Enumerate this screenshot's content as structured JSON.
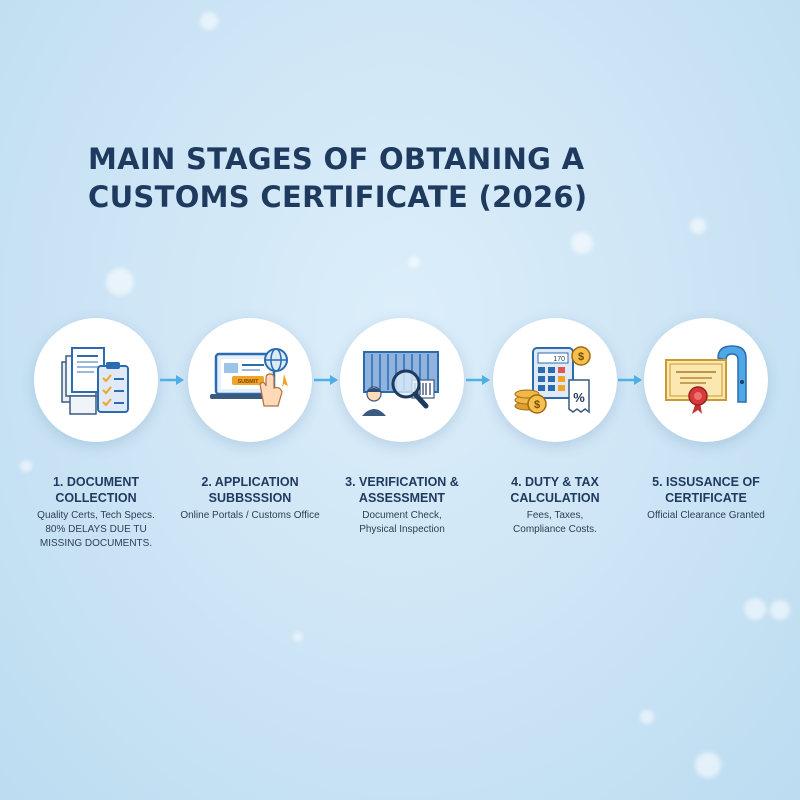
{
  "title": {
    "line1": "MAIN STAGES OF OBTANING A",
    "line2": "CUSTOMS CERTIFICATE (2026)"
  },
  "stages": [
    {
      "icon": "documents-icon",
      "label": [
        "1. DOCUMENT",
        "COLLECTION"
      ],
      "desc": [
        "Quality Certs, Tech Specs.",
        "80% DELAYS DUE TU",
        "MISSING DOCUMENTS."
      ]
    },
    {
      "icon": "online-portal-icon",
      "label": [
        "2. APPLICATION",
        "SUBBSSSION"
      ],
      "desc": [
        "Online Portals / Customs Office"
      ]
    },
    {
      "icon": "inspection-icon",
      "label": [
        "3. VERIFICATION &",
        "ASSESSMENT"
      ],
      "desc": [
        "Document Check,",
        "Physical Inspection"
      ]
    },
    {
      "icon": "calculator-icon",
      "label": [
        "4. DUTY & TAX",
        "CALCULATION"
      ],
      "desc": [
        "Fees, Taxes,",
        "Compliance Costs."
      ]
    },
    {
      "icon": "certificate-icon",
      "label": [
        "5. ISSUSANCE OF",
        "CERTIFICATE"
      ],
      "desc": [
        "Official Clearance Granted"
      ]
    }
  ],
  "icon_texts": {
    "submit_button": "SUBMIT",
    "calculator_display": "170",
    "percent_sign": "%",
    "dollar_sign": "$"
  },
  "colors": {
    "title": "#1f3a5f",
    "arrow": "#4fb0e8",
    "icon_primary": "#2b6cb0",
    "accent_orange": "#f0a42b",
    "seal_red": "#d63b3b"
  }
}
